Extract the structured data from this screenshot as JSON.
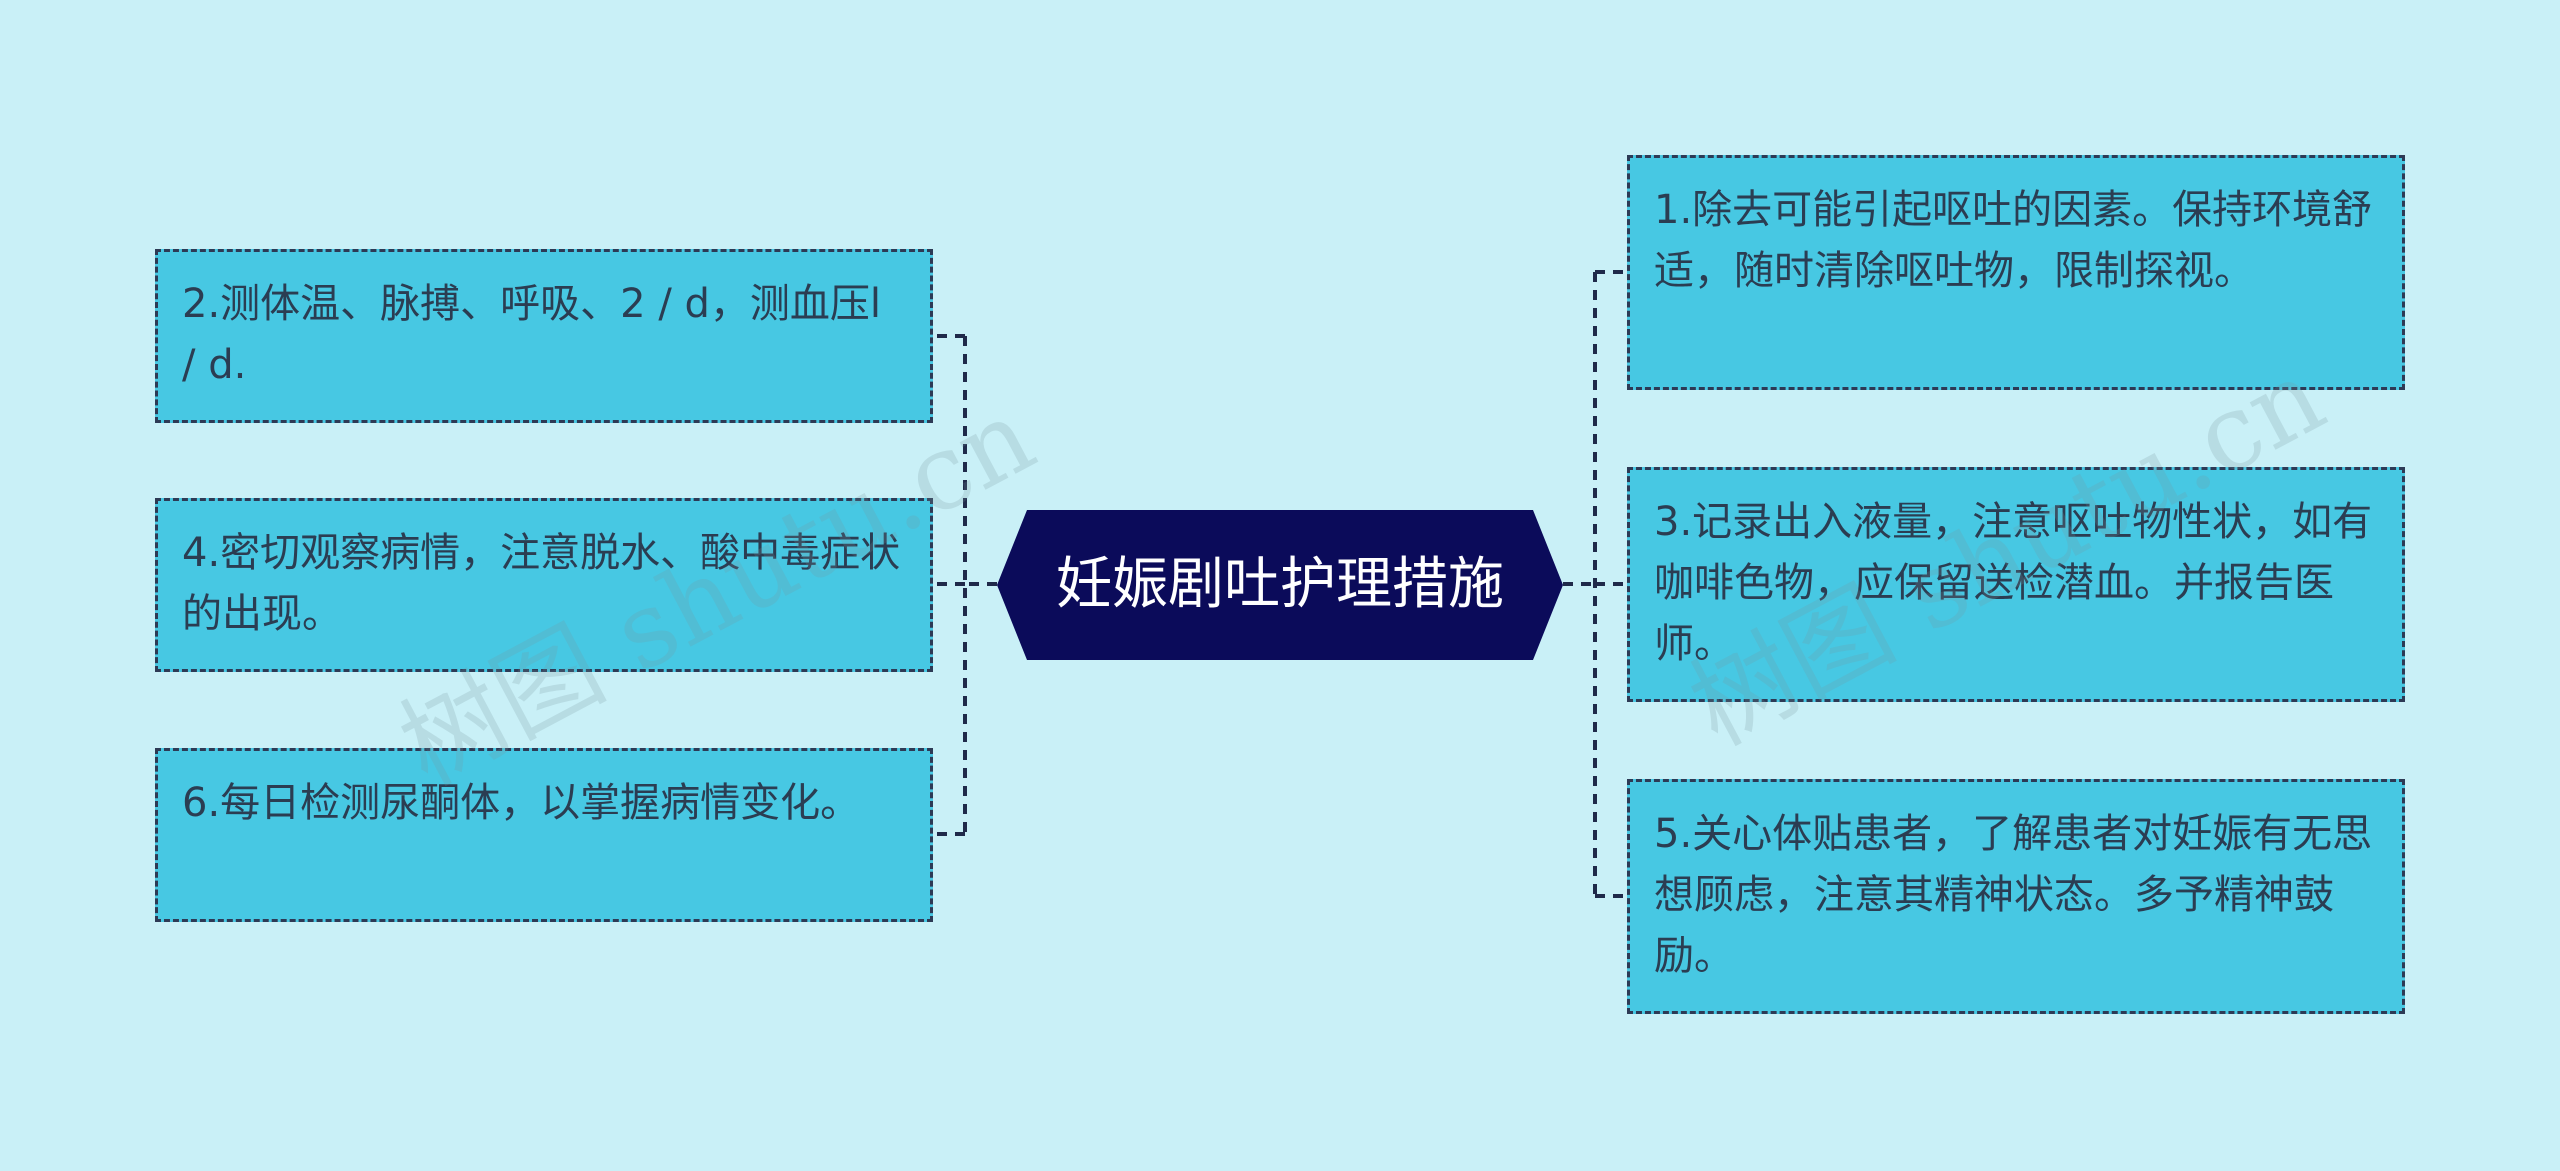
{
  "center": {
    "title": "妊娠剧吐护理措施",
    "fill": "#0b0b5a",
    "text_color": "#ffffff"
  },
  "background_color": "#c9f0f7",
  "node_fill": "#47c8e3",
  "connector_color": "#1f2a4a",
  "left_nodes": [
    {
      "text": "2.测体温、脉搏、呼吸、2 / d，测血压l / d."
    },
    {
      "text": "4.密切观察病情，注意脱水、酸中毒症状的出现。"
    },
    {
      "text": "6.每日检测尿酮体，以掌握病情变化。"
    }
  ],
  "right_nodes": [
    {
      "text": "1.除去可能引起呕吐的因素。保持环境舒适，随时清除呕吐物，限制探视。"
    },
    {
      "text": "3.记录出入液量，注意呕吐物性状，如有咖啡色物，应保留送检潜血。并报告医师。"
    },
    {
      "text": "5.关心体贴患者，了解患者对妊娠有无思想顾虑，注意其精神状态。多予精神鼓励。"
    }
  ],
  "watermarks": [
    "树图 shutu.cn",
    "树图 shutu.cn"
  ]
}
